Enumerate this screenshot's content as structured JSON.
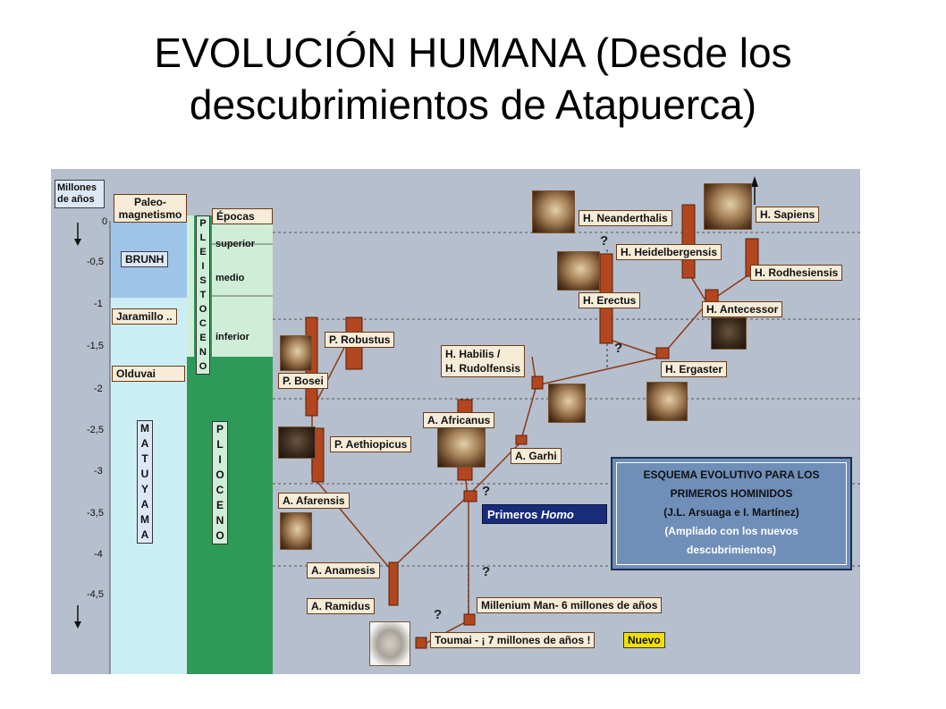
{
  "title": {
    "line1": "EVOLUCIÓN HUMANA (Desde los",
    "line2": "descubrimientos de Atapuerca)"
  },
  "axis": {
    "label_line1": "Millones",
    "label_line2": "de años",
    "ticks": [
      "0",
      "-0,5",
      "-1",
      "-1,5",
      "-2",
      "-2,5",
      "-3",
      "-3,5",
      "-4",
      "-4,5"
    ]
  },
  "paleomagnetism": {
    "header_line1": "Paleo-",
    "header_line2": "magnetismo",
    "brunh": "BRUNH",
    "jaramillo": "Jaramillo ..",
    "olduvai": "Olduvai",
    "matuyama_letters": [
      "M",
      "A",
      "T",
      "U",
      "Y",
      "A",
      "M",
      "A"
    ]
  },
  "epochs": {
    "pleistoceno_letters": [
      "P",
      "L",
      "E",
      "I",
      "S",
      "T",
      "O",
      "C",
      "E",
      "N",
      "O"
    ],
    "plioceno_letters": [
      "P",
      "L",
      "I",
      "O",
      "C",
      "E",
      "N",
      "O"
    ],
    "header": "Épocas",
    "superior": "superior",
    "medio": "medio",
    "inferior": "inferior"
  },
  "species": {
    "p_robustus": "P. Robustus",
    "p_bosei": "P. Bosei",
    "p_aethiopicus": "P. Aethiopicus",
    "a_afarensis": "A. Afarensis",
    "a_anamesis": "A. Anamesis",
    "a_ramidus": "A. Ramidus",
    "a_africanus": "A. Africanus",
    "a_garhi": "A. Garhi",
    "h_habilis": "H. Habilis /",
    "h_rudolfensis": "H. Rudolfensis",
    "h_erectus": "H. Erectus",
    "h_ergaster": "H. Ergaster",
    "h_antecessor": "H. Antecessor",
    "h_heidelbergensis": "H. Heidelbergensis",
    "h_rodhesiensis": "H. Rodhesiensis",
    "h_neanderthalis": "H. Neanderthalis",
    "h_sapiens": "H. Sapiens",
    "millenium_man": "Millenium Man- 6 millones de años",
    "toumai": "Toumai - ¡ 7 millones de años !"
  },
  "badges": {
    "nuevo": "Nuevo",
    "primeros_prefix": "Primeros ",
    "primeros_italic": "Homo"
  },
  "question_mark": "?",
  "scheme_box": {
    "line1": "ESQUEMA EVOLUTIVO PARA LOS",
    "line2": "PRIMEROS HOMINIDOS",
    "line3": "(J.L. Arsuaga e I. Martínez)",
    "line4": "(Ampliado con los nuevos",
    "line5": "descubrimientos)"
  },
  "colors": {
    "panel_bg": "#b6bfcd",
    "bar": "#b2461e",
    "pleistocene_green": "#2e9a58",
    "light_green": "#cfeed8",
    "brunh_blue": "#9ec4ea",
    "matuyama_cyan": "#cbeef5"
  }
}
